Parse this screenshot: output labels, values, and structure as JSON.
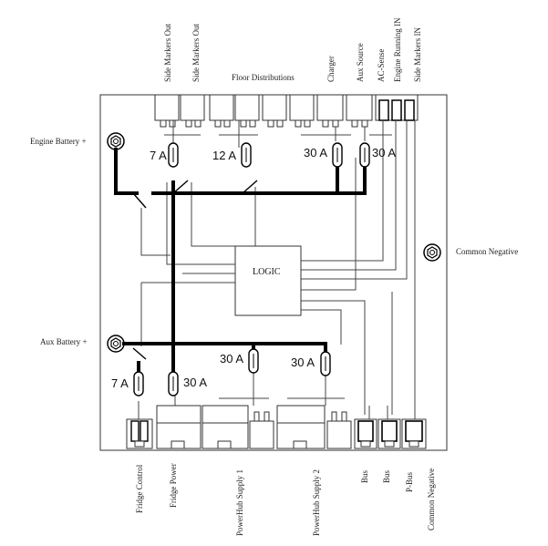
{
  "top_connectors": {
    "side_markers_out_1": "Side Markers Out",
    "side_markers_out_2": "Side Markers Out",
    "floor_distributions": "Floor Distributions",
    "charger": "Charger",
    "aux_source": "Aux Source",
    "ac_sense": "AC-Sense",
    "engine_running_in": "Engine Running IN",
    "side_markers_in": "Side Markers IN"
  },
  "terminals": {
    "engine_battery": "Engine Battery +",
    "aux_battery": "Aux Battery +",
    "common_negative": "Common Negative"
  },
  "logic_label": "LOGIC",
  "fuses": {
    "f1": "7 A",
    "f2": "12 A",
    "f3": "30 A",
    "f4": "30 A",
    "f5": "30 A",
    "f6": "30 A",
    "f7": "7 A",
    "f8": "30 A"
  },
  "bottom_connectors": {
    "fridge_control": "Fridge Control",
    "fridge_power": "Fridge Power",
    "powerhub_supply_1": "PowerHub Supply 1",
    "powerhub_supply_2": "PowerHub Supply 2",
    "bus_1": "Bus",
    "bus_2": "Bus",
    "p_bus": "P-Bus",
    "common_negative": "Common Negative"
  }
}
